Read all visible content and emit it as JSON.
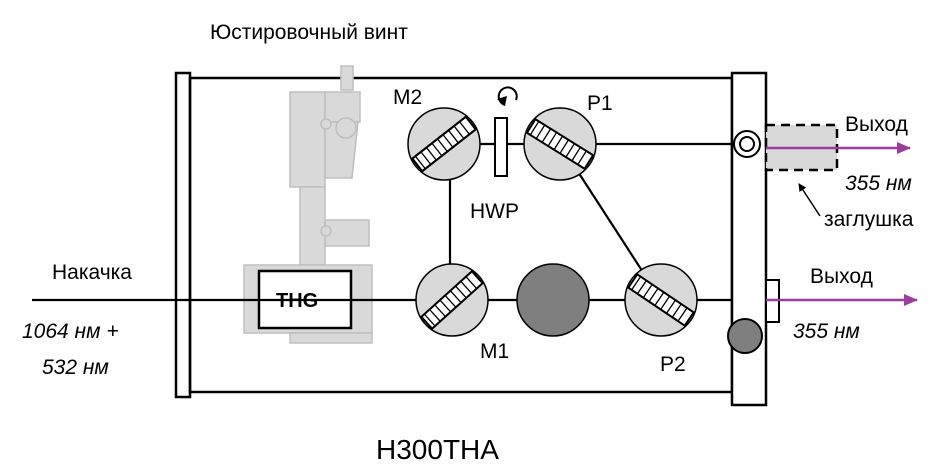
{
  "labels": {
    "adjust_screw": "Юстировочный винт",
    "m2": "M2",
    "p1": "P1",
    "hwp": "HWP",
    "m1": "M1",
    "p2": "P2",
    "thg": "THG",
    "pump": "Накачка",
    "pump_wl_line1": "1064 нм +",
    "pump_wl_line2": "532 нм",
    "out_top": "Выход",
    "out_top_wl": "355 нм",
    "plug": "заглушка",
    "out_bottom": "Выход",
    "out_bottom_wl": "355 нм",
    "model": "H300THA"
  },
  "colors": {
    "line": "#000000",
    "mount_gray": "#d9d9d9",
    "mount_edge": "#bfbfbf",
    "dark_gray": "#7f7f7f",
    "output_purple": "#9b3d9e",
    "plug_fill": "#d9d9d9"
  },
  "icons": {
    "rotation": "rotate-arrow-icon"
  }
}
